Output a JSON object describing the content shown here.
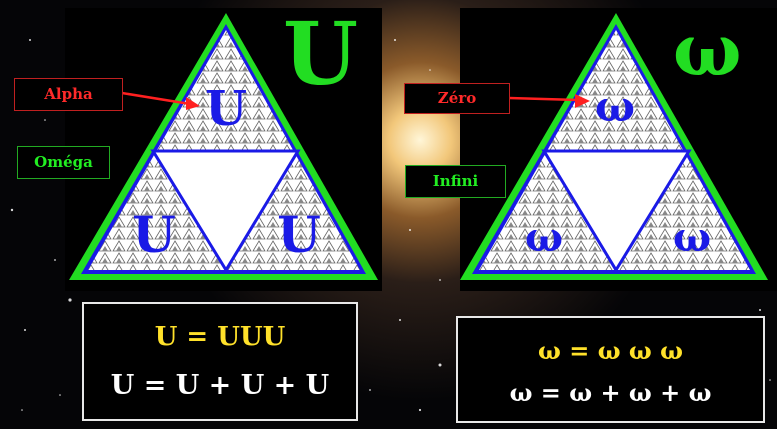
{
  "title_symbols": {
    "left": "U",
    "right": "ω"
  },
  "left_triangle": {
    "top_symbol": "U",
    "bottom_left_symbol": "U",
    "bottom_right_symbol": "U",
    "label_alpha": "Alpha",
    "label_omega": "Oméga"
  },
  "right_triangle": {
    "top_symbol": "ω",
    "bottom_left_symbol": "ω",
    "bottom_right_symbol": "ω",
    "label_zero": "Zéro",
    "label_infini": "Infini"
  },
  "formulas": {
    "left_line1": "U = UUU",
    "left_line2": "U = U + U + U",
    "right_line1": "ω = ω ω ω",
    "right_line2": "ω = ω + ω + ω"
  },
  "colors": {
    "triangle_outline": "#22dd22",
    "triangle_inner": "#1a1ae6",
    "symbol": "#1a1ae6",
    "big_symbol": "#22dd22",
    "label_red": "#ff2a2a",
    "label_green": "#22ee22",
    "formula_yellow": "#ffe12a",
    "formula_white": "#ffffff",
    "background": "#000000"
  },
  "icons": {
    "arrow_alpha": "red-arrow-icon",
    "arrow_zero": "red-arrow-icon"
  }
}
